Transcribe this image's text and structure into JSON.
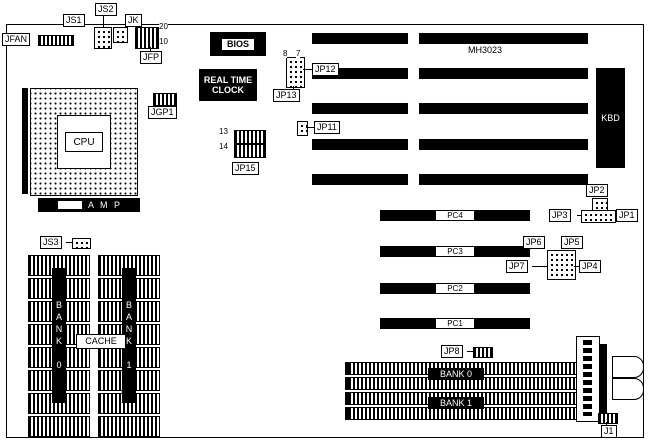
{
  "diagram": {
    "part_number": "MH3023"
  },
  "labels": {
    "jfan": "JFAN",
    "js1": "JS1",
    "js2": "JS2",
    "jk": "JK",
    "jfp": "JFP",
    "jgp1": "JGP1",
    "jp15": "JP15",
    "jp11": "JP11",
    "jp12": "JP12",
    "jp13": "JP13",
    "js3": "JS3",
    "jp1": "JP1",
    "jp2": "JP2",
    "jp3": "JP3",
    "jp4": "JP4",
    "jp5": "JP5",
    "jp6": "JP6",
    "jp7": "JP7",
    "jp8": "JP8",
    "j1": "J1"
  },
  "chips": {
    "bios": "BIOS",
    "rtc_line1": "REAL TIME",
    "rtc_line2": "CLOCK",
    "kbd": "KBD",
    "cpu": "CPU",
    "amp": "A M P",
    "cache": "CACHE"
  },
  "pin_numbers": {
    "jfp_pin20": "20",
    "jfp_pin10": "10",
    "jp12_pin8": "8",
    "jp12_pin7": "7",
    "jp15_pin13": "13",
    "jp15_pin14": "14"
  },
  "slots": {
    "pci": [
      "PC4",
      "PC3",
      "PC2",
      "PC1"
    ],
    "cache_banks": [
      "BANK 0",
      "BANK 1"
    ],
    "simm_banks": [
      "BANK 0",
      "BANK 1"
    ]
  }
}
